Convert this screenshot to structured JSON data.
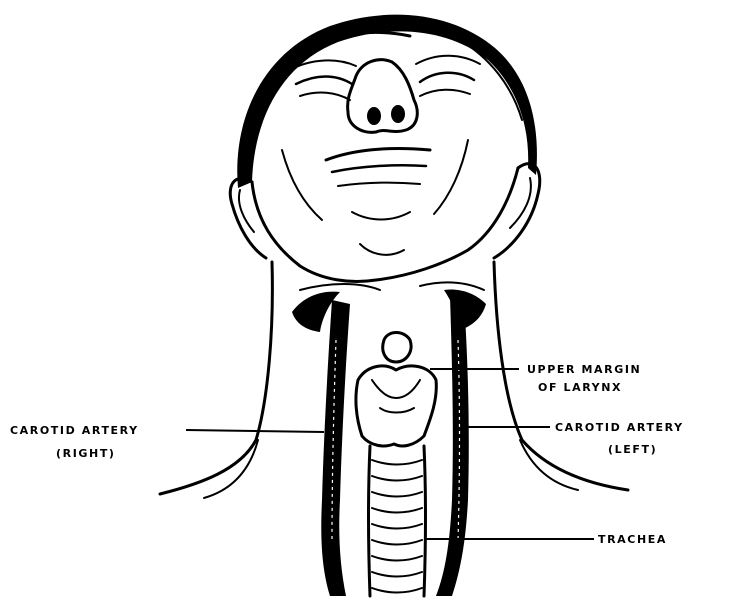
{
  "diagram": {
    "labels": {
      "upper_margin_line1": "UPPER MARGIN",
      "upper_margin_line2": "OF LARYNX",
      "carotid_right_line1": "CAROTID ARTERY",
      "carotid_right_line2": "(RIGHT)",
      "carotid_left_line1": "CAROTID ARTERY",
      "carotid_left_line2": "(LEFT)",
      "trachea": "TRACHEA"
    },
    "colors": {
      "ink": "#000000",
      "paper": "#ffffff"
    }
  }
}
